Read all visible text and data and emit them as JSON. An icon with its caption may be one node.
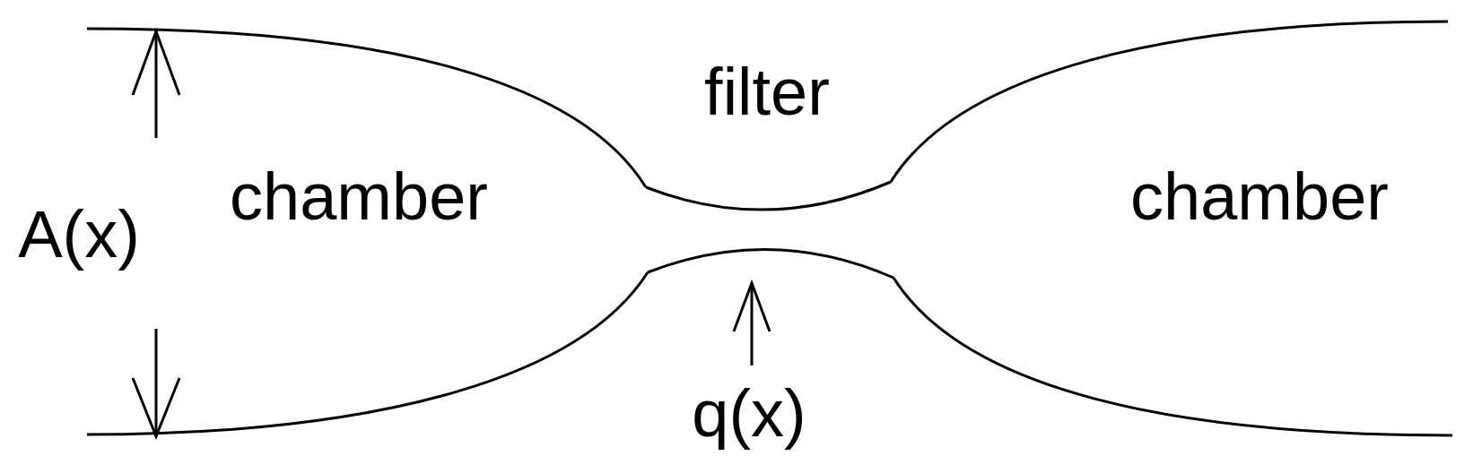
{
  "diagram": {
    "labels": [
      "filter",
      "chamber",
      "chamber",
      "A(x)",
      "q(x)"
    ]
  }
}
